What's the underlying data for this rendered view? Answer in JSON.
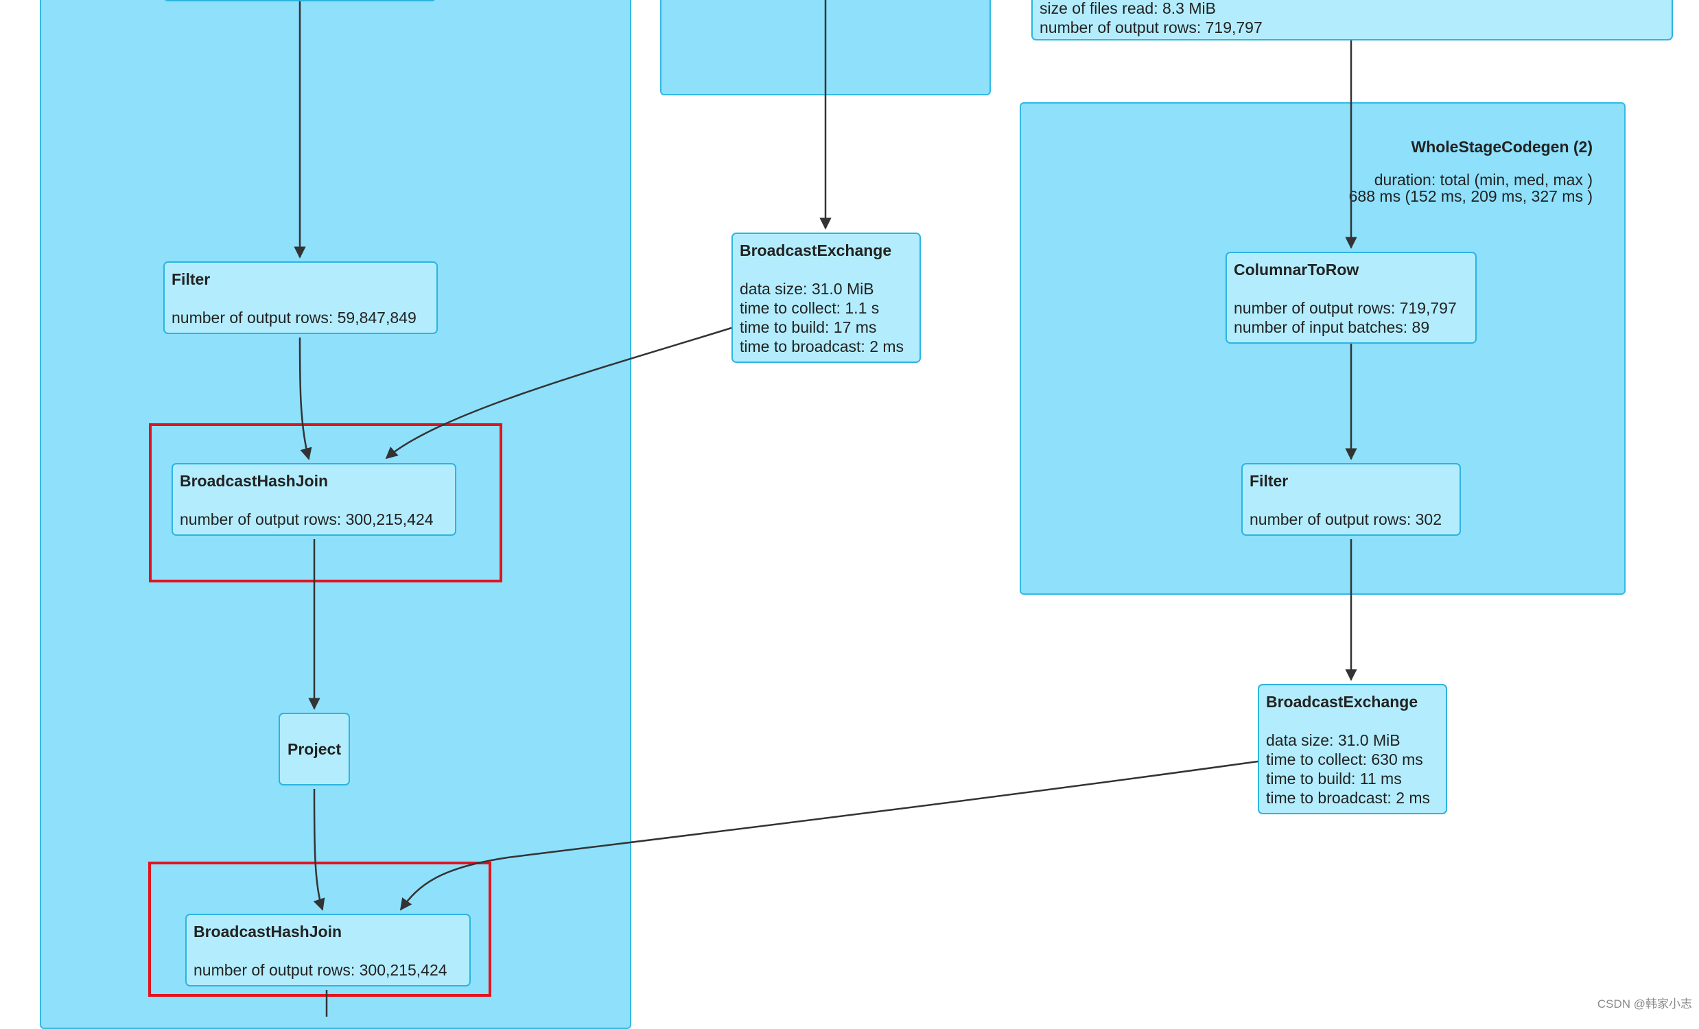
{
  "nodes": {
    "scan_top": {
      "lines": [
        "size of files read: 8.3 MiB",
        "number of output rows: 719,797"
      ]
    },
    "filter_left": {
      "title": "Filter",
      "lines": [
        "number of output rows: 59,847,849"
      ]
    },
    "bhj_1": {
      "title": "BroadcastHashJoin",
      "lines": [
        "number of output rows: 300,215,424"
      ]
    },
    "project": {
      "title": "Project"
    },
    "bhj_2": {
      "title": "BroadcastHashJoin",
      "lines": [
        "number of output rows: 300,215,424"
      ]
    },
    "bcast_mid": {
      "title": "BroadcastExchange",
      "lines": [
        "data size: 31.0 MiB",
        "time to collect: 1.1 s",
        "time to build: 17 ms",
        "time to broadcast: 2 ms"
      ]
    },
    "col2row": {
      "title": "ColumnarToRow",
      "lines": [
        "number of output rows: 719,797",
        "number of input batches: 89"
      ]
    },
    "filter_right": {
      "title": "Filter",
      "lines": [
        "number of output rows: 302"
      ]
    },
    "bcast_right": {
      "title": "BroadcastExchange",
      "lines": [
        "data size: 31.0 MiB",
        "time to collect: 630 ms",
        "time to build: 11 ms",
        "time to broadcast: 2 ms"
      ]
    }
  },
  "clusters": {
    "wsc2": {
      "title": "WholeStageCodegen (2)",
      "metric_label": "duration: total (min, med, max )",
      "metric_value": "688 ms (152 ms, 209 ms, 327 ms )"
    }
  },
  "colors": {
    "cluster_bg": "#8ee0fb",
    "node_bg": "#b3edfd",
    "border": "#2cb4e0",
    "highlight": "#e0141e",
    "edge": "#333333"
  },
  "watermark": "CSDN @韩家小志"
}
